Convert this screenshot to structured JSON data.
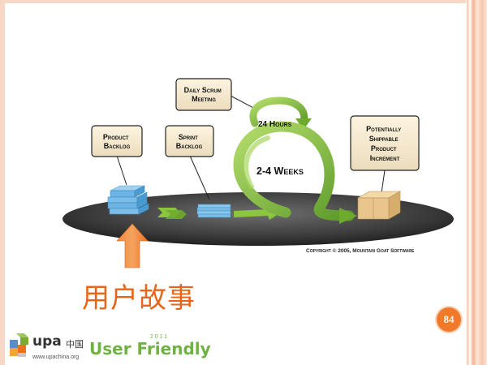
{
  "diagram": {
    "product_backlog": "Product\nBacklog",
    "sprint_backlog": "Sprint\nBacklog",
    "daily_scrum": "Daily Scrum\nMeeting",
    "hours_label": "24 Hours",
    "weeks_label": "2-4 Weeks",
    "increment": "Potentially\nShippable\nProduct\nIncrement",
    "copyright": "Copyright © 2005, Mountain Goat Software"
  },
  "slide": {
    "title": "用户故事",
    "page_number": "84"
  },
  "footer": {
    "upa_name": "upa",
    "upa_cn": "中国",
    "upa_url": "www.upachina.org",
    "user_friendly": "User Friendly",
    "year": "2011"
  },
  "colors": {
    "accent_orange": "#f07a2a",
    "title_orange": "#e8651a",
    "arrow_green": "#8cc63f",
    "footer_green": "#6fb241"
  }
}
